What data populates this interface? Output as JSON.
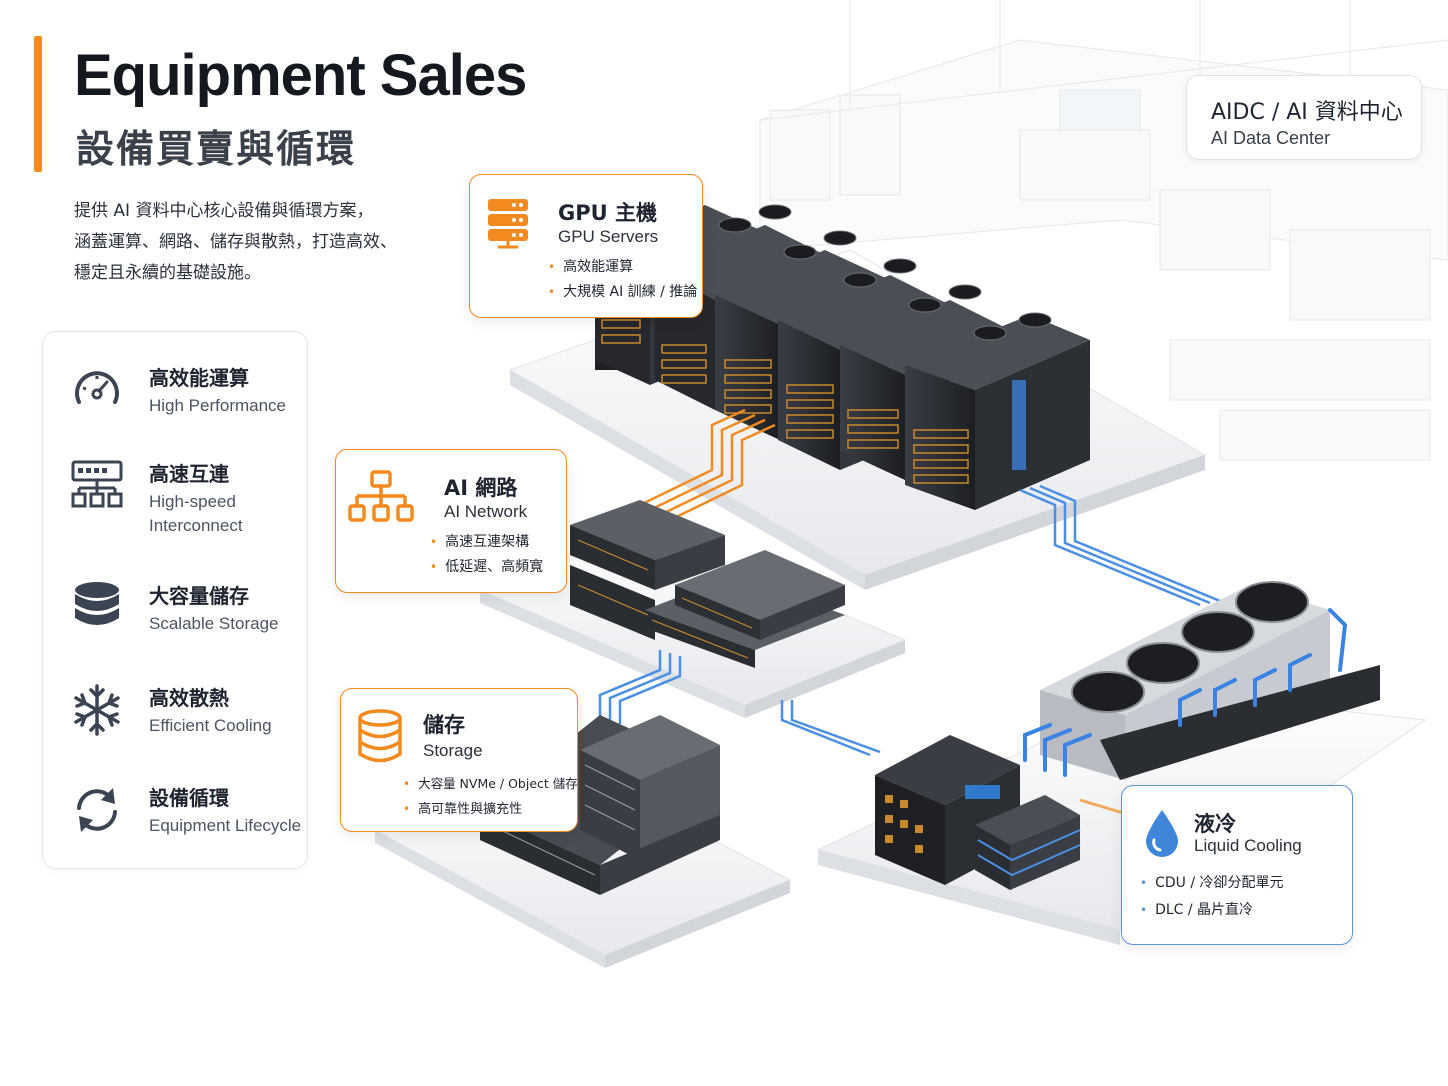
{
  "header": {
    "title_en": "Equipment Sales",
    "title_zh": "設備買賣與循環",
    "intro_lines": [
      "提供 AI 資料中心核心設備與循環方案，",
      "涵蓋運算、網路、儲存與散熱，打造高效、",
      "穩定且永續的基礎設施。"
    ]
  },
  "features": [
    {
      "icon": "speedometer-icon",
      "zh": "高效能運算",
      "en": "High Performance"
    },
    {
      "icon": "network-icon",
      "zh": "高速互連",
      "en": "High-speed Interconnect"
    },
    {
      "icon": "database-icon",
      "zh": "大容量儲存",
      "en": "Scalable Storage"
    },
    {
      "icon": "snowflake-icon",
      "zh": "高效散熱",
      "en": "Efficient Cooling"
    },
    {
      "icon": "refresh-icon",
      "zh": "設備循環",
      "en": "Equipment Lifecycle"
    }
  ],
  "callouts": {
    "gpu": {
      "icon": "server-icon",
      "zh": "GPU 主機",
      "en": "GPU Servers",
      "bullets": [
        "高效能運算",
        "大規模 AI 訓練 / 推論"
      ]
    },
    "network": {
      "icon": "network-icon",
      "zh": "AI 網路",
      "en": "AI Network",
      "bullets": [
        "高速互連架構",
        "低延遲、高頻寬"
      ]
    },
    "storage": {
      "icon": "database-icon",
      "zh": "儲存",
      "en": "Storage",
      "bullets": [
        "大容量 NVMe / Object 儲存",
        "高可靠性與擴充性"
      ]
    },
    "cooling": {
      "icon": "droplet-icon",
      "zh": "液冷",
      "en": "Liquid Cooling",
      "bullets": [
        "CDU / 冷卻分配單元",
        "DLC / 晶片直冷"
      ]
    }
  },
  "aidc": {
    "line1": "AIDC / AI 資料中心",
    "line2": "AI Data Center"
  },
  "colors": {
    "accent": "#f28a1e",
    "blue": "#5d93d6",
    "rack": "#2a2d33"
  }
}
